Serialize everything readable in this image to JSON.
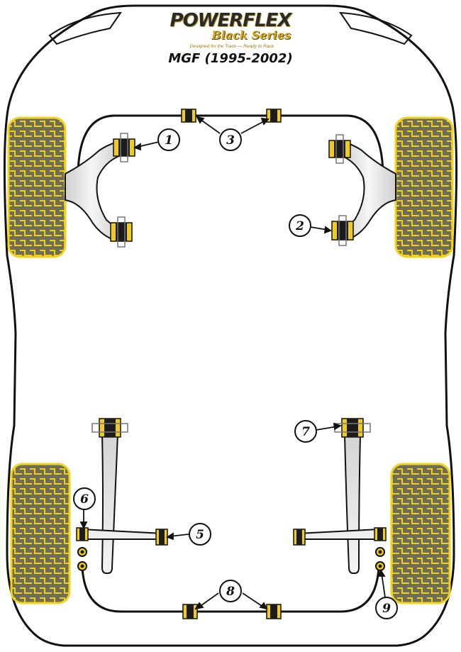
{
  "brand": {
    "name": "POWERFLEX",
    "series": "Black Series",
    "tagline": "Designed for the Track — Ready to Race"
  },
  "model_title": "MGF (1995-2002)",
  "callouts": {
    "c1": "1",
    "c2": "2",
    "c3": "3",
    "c4": "5",
    "c5": "6",
    "c6": "7",
    "c7": "8",
    "c8": "9"
  },
  "colors": {
    "tyre_fill": "#6b6b55",
    "tyre_edge": "#f2d21a",
    "bush_yellow": "#f0cc20",
    "bush_dark": "#1c1c1c",
    "body_outline": "#111111",
    "arm_fill": "#e6e6e6"
  }
}
